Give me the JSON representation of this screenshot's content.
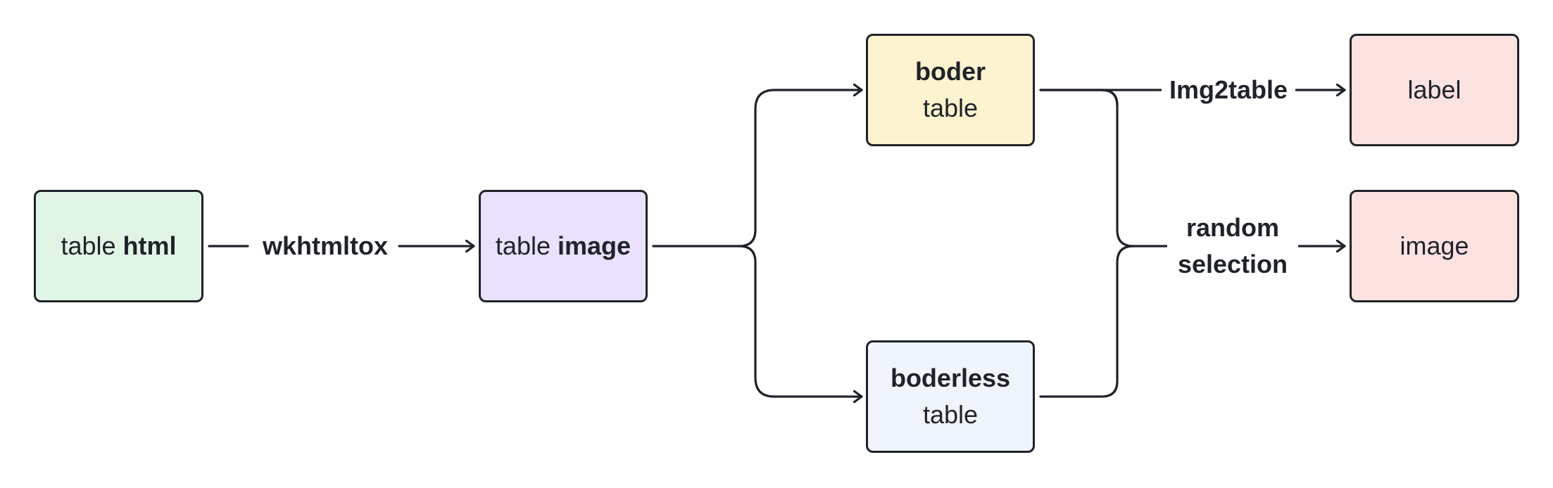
{
  "nodes": {
    "table_html": {
      "text": "table",
      "bold": "html",
      "fill": "#e1f5e6"
    },
    "table_image": {
      "text": "table",
      "bold": "image",
      "fill": "#e9e1fd"
    },
    "boder_table": {
      "bold": "boder",
      "text": "table",
      "fill": "#fef3cf"
    },
    "boderless_table": {
      "bold": "boderless",
      "text": "table",
      "fill": "#eff4fd"
    },
    "label": {
      "text": "label",
      "fill": "#fde2e2"
    },
    "image": {
      "text": "image",
      "fill": "#fde2e2"
    }
  },
  "edges": {
    "wkhtmltox": "wkhtmltox",
    "img2table": "Img2table",
    "random_line1": "random",
    "random_line2": "selection"
  },
  "colors": {
    "stroke": "#1f2329"
  }
}
